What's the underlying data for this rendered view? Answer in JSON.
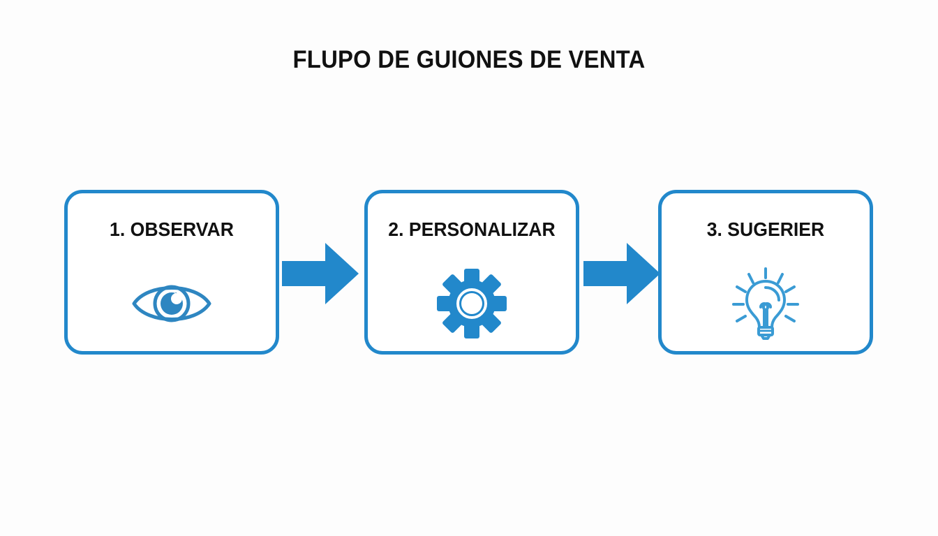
{
  "page": {
    "title": "FLUPO DE GUIONES DE VENTA",
    "background_color": "#fdfdfd",
    "accent_color": "#2288cb",
    "text_color": "#111111"
  },
  "flow": {
    "steps": [
      {
        "label": "1. OBSERVAR",
        "icon": "eye-icon",
        "icon_style": "outline",
        "accent_color": "#2288cb"
      },
      {
        "label": "2. PERSONALIZAR",
        "icon": "gear-icon",
        "icon_style": "solid",
        "accent_color": "#2288cb"
      },
      {
        "label": "3. SUGERIER",
        "icon": "lightbulb-icon",
        "icon_style": "outline",
        "accent_color": "#2288cb"
      }
    ],
    "connectors": [
      {
        "icon": "arrow-right-icon",
        "from": "1. OBSERVAR",
        "to": "2. PERSONALIZAR",
        "color": "#2288cb"
      },
      {
        "icon": "arrow-right-icon",
        "from": "2. PERSONALIZAR",
        "to": "3. SUGERIER",
        "color": "#2288cb"
      }
    ]
  }
}
